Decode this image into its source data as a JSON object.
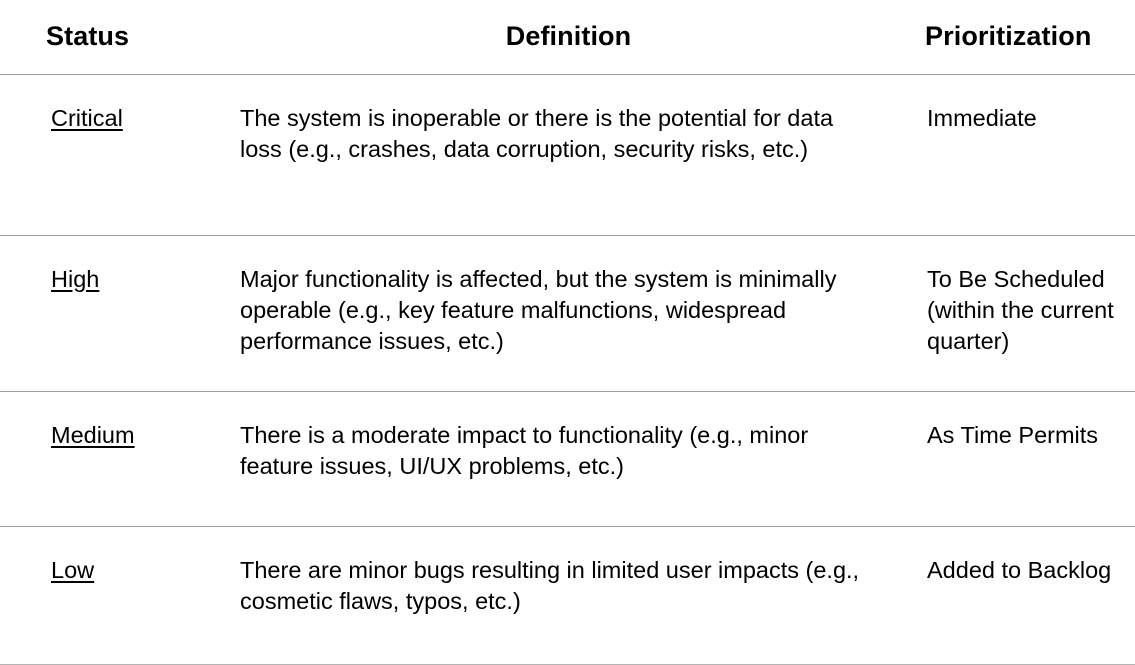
{
  "table": {
    "headers": {
      "status": "Status",
      "definition": "Definition",
      "prioritization": "Prioritization"
    },
    "rows": [
      {
        "status": "Critical",
        "definition": "The system is inoperable or there is the potential for data loss (e.g., crashes, data corruption, security risks, etc.)",
        "prioritization": "Immediate"
      },
      {
        "status": "High",
        "definition": "Major functionality is affected, but the system is minimally operable (e.g., key feature malfunctions, widespread performance issues, etc.)",
        "prioritization": "To Be Scheduled (within the current quarter)"
      },
      {
        "status": "Medium",
        "definition": "There is a moderate impact to functionality (e.g., minor feature issues, UI/UX problems, etc.)",
        "prioritization": "As Time Permits"
      },
      {
        "status": "Low",
        "definition": "There are minor bugs resulting in limited user impacts (e.g., cosmetic flaws, typos, etc.)",
        "prioritization": "Added to Backlog"
      }
    ]
  },
  "colors": {
    "background": "#ffffff",
    "text": "#000000",
    "rule": "#a0a0a0"
  }
}
